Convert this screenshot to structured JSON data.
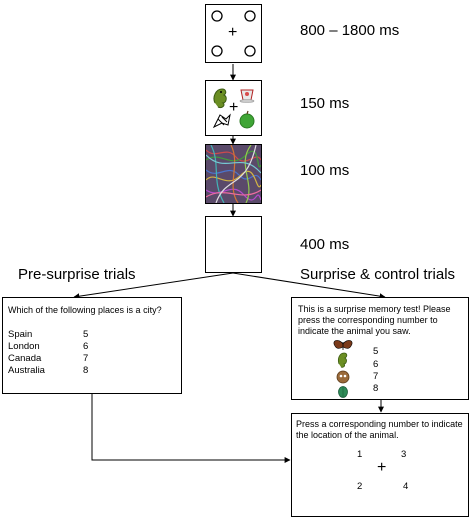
{
  "steps": [
    {
      "duration": "800 – 1800 ms"
    },
    {
      "duration": "150 ms"
    },
    {
      "duration": "100 ms"
    },
    {
      "duration": "400 ms"
    }
  ],
  "branches": {
    "left_title": "Pre-surprise trials",
    "right_title": "Surprise & control trials"
  },
  "fixation_symbol": "+",
  "city_question": {
    "prompt": "Which of the following places is a city?",
    "options": [
      {
        "name": "Spain",
        "key": "5"
      },
      {
        "name": "London",
        "key": "6"
      },
      {
        "name": "Canada",
        "key": "7"
      },
      {
        "name": "Australia",
        "key": "8"
      }
    ]
  },
  "memory_test": {
    "prompt": "This is a surprise memory test! Please press the corresponding number to indicate the animal you saw.",
    "keys": [
      "5",
      "6",
      "7",
      "8"
    ],
    "animal_icons": [
      "butterfly-icon",
      "seahorse-icon",
      "owl-icon",
      "beetle-icon"
    ]
  },
  "location_test": {
    "prompt": "Press a corresponding number to indicate the location of the animal.",
    "keys": [
      "1",
      "3",
      "2",
      "4"
    ]
  },
  "stimulus_icons": [
    "seahorse-icon",
    "teacup-icon",
    "zebra-icon",
    "apple-icon"
  ]
}
